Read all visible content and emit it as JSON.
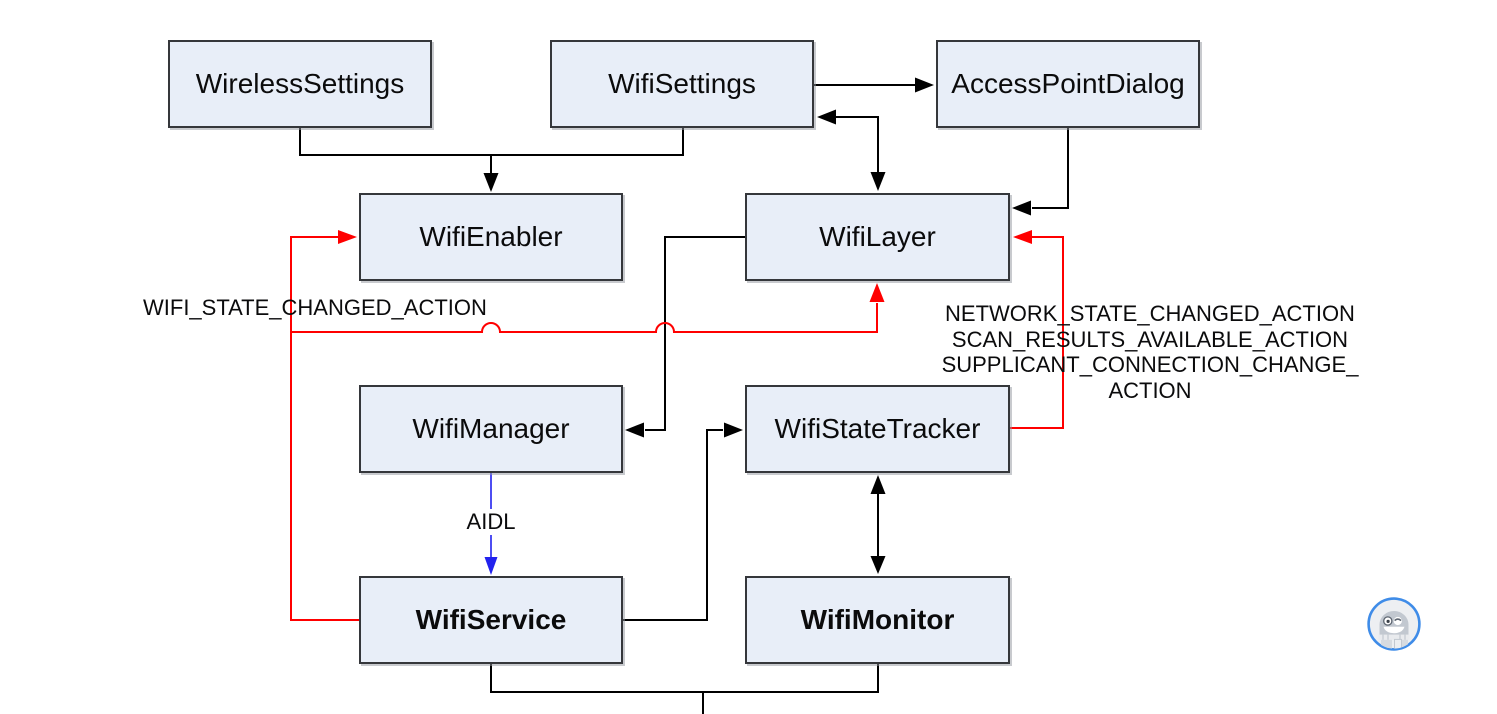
{
  "diagram": {
    "nodes": [
      {
        "id": "wireless-settings",
        "label": "WirelessSettings",
        "bold": false
      },
      {
        "id": "wifi-settings",
        "label": "WifiSettings",
        "bold": false
      },
      {
        "id": "access-point-dialog",
        "label": "AccessPointDialog",
        "bold": false
      },
      {
        "id": "wifi-enabler",
        "label": "WifiEnabler",
        "bold": false
      },
      {
        "id": "wifi-layer",
        "label": "WifiLayer",
        "bold": false
      },
      {
        "id": "wifi-manager",
        "label": "WifiManager",
        "bold": false
      },
      {
        "id": "wifi-state-tracker",
        "label": "WifiStateTracker",
        "bold": false
      },
      {
        "id": "wifi-service",
        "label": "WifiService",
        "bold": true
      },
      {
        "id": "wifi-monitor",
        "label": "WifiMonitor",
        "bold": true
      }
    ],
    "annotations": {
      "wifi_state_changed": "WIFI_STATE_CHANGED_ACTION",
      "broadcast_line1": "NETWORK_STATE_CHANGED_ACTION",
      "broadcast_line2": "SCAN_RESULTS_AVAILABLE_ACTION",
      "broadcast_line3": "SUPPLICANT_CONNECTION_CHANGE_",
      "broadcast_line4": "ACTION",
      "aidl": "AIDL"
    },
    "edges": [
      {
        "from": "WirelessSettings",
        "to": "WifiEnabler",
        "color": "black",
        "arrow": "single"
      },
      {
        "from": "WifiSettings",
        "to": "WifiEnabler",
        "color": "black",
        "arrow": "single"
      },
      {
        "from": "WifiSettings",
        "to": "AccessPointDialog",
        "color": "black",
        "arrow": "single"
      },
      {
        "from": "WifiLayer",
        "to": "WifiSettings",
        "color": "black",
        "arrow": "double"
      },
      {
        "from": "AccessPointDialog",
        "to": "WifiLayer",
        "color": "black",
        "arrow": "single"
      },
      {
        "from": "WifiLayer",
        "to": "WifiManager",
        "color": "black",
        "arrow": "single"
      },
      {
        "from": "WifiService",
        "to": "WifiStateTracker",
        "color": "black",
        "arrow": "single"
      },
      {
        "from": "WifiStateTracker",
        "to": "WifiMonitor",
        "color": "black",
        "arrow": "double"
      },
      {
        "from": "WifiService",
        "to": "WifiMonitor",
        "color": "black",
        "arrow": "none"
      },
      {
        "from": "WifiService",
        "to": "WifiEnabler",
        "color": "red",
        "arrow": "single",
        "label": "WIFI_STATE_CHANGED_ACTION"
      },
      {
        "from": "WifiService",
        "to": "WifiLayer",
        "color": "red",
        "arrow": "single"
      },
      {
        "from": "WifiStateTracker",
        "to": "WifiLayer",
        "color": "red",
        "arrow": "single",
        "label": "NETWORK_STATE_CHANGED_ACTION SCAN_RESULTS_AVAILABLE_ACTION SUPPLICANT_CONNECTION_CHANGE_ACTION"
      },
      {
        "from": "WifiManager",
        "to": "WifiService",
        "color": "blue",
        "arrow": "single",
        "label": "AIDL"
      }
    ],
    "colors": {
      "node_fill": "#e8eef8",
      "node_border": "#35373b",
      "connector_black": "#000000",
      "connector_red": "#ff0000",
      "connector_blue": "#2222ee",
      "logo_ring_blue": "#3f8ce8"
    },
    "icons": {
      "bot_avatar": "robot-face-in-blue-circle"
    }
  }
}
